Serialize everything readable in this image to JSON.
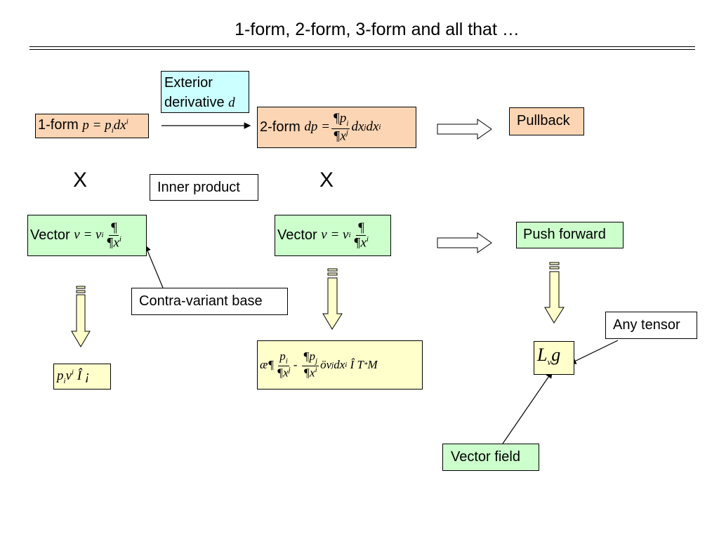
{
  "title": "1-form, 2-form, 3-form and all that …",
  "exterior": {
    "line1": "Exterior",
    "line2": "derivative",
    "var": "d"
  },
  "one_form": {
    "label": "1-form",
    "expr": "p = p",
    "sub_i": "i",
    "dx": "dx",
    "sup_i": "i"
  },
  "two_form": {
    "label": "2-form",
    "lhs": "dp =",
    "num": "¶p",
    "num_sub": "i",
    "den": "¶x",
    "den_sup": "j",
    "tail": "dx",
    "tail_sup_j": "j",
    "tail2": "dx",
    "tail_sup_i": "i"
  },
  "pullback": {
    "label": "Pullback"
  },
  "x_left": "X",
  "x_mid": "X",
  "inner_product": {
    "label": "Inner product"
  },
  "vector_left": {
    "label": "Vector",
    "lhs": "v =",
    "v": "v",
    "sup": "i",
    "num": "¶",
    "den": "¶x",
    "den_sup": "i"
  },
  "vector_mid": {
    "label": "Vector",
    "lhs": "v =",
    "v": "v",
    "sup": "i",
    "num": "¶",
    "den": "¶x",
    "den_sup": "i"
  },
  "push_forward": {
    "label": "Push forward"
  },
  "contra": {
    "label": "Contra-variant base"
  },
  "result_left": {
    "p": "p",
    "p_sub": "i",
    "v": "v",
    "v_sup": "i",
    "rest": "Î ¡"
  },
  "result_mid": {
    "open": "æ¶",
    "n1": "p",
    "n1_sub": "i",
    "d1": "¶x",
    "d1_sup": "j",
    "minus": "-",
    "n2": "¶p",
    "n2_sub": "j",
    "d2": "¶x",
    "d2_sup": "i",
    "close": "ö",
    "v": "v",
    "v_sub": "j",
    "dx": "dx",
    "dx_sup": "i",
    "in": "Î",
    "t": "T",
    "t_sup": "*",
    "m": "M"
  },
  "lie": {
    "l": "L",
    "l_sub": "v",
    "g": "g"
  },
  "any_tensor": {
    "label": "Any tensor"
  },
  "vector_field": {
    "label": "Vector field"
  }
}
